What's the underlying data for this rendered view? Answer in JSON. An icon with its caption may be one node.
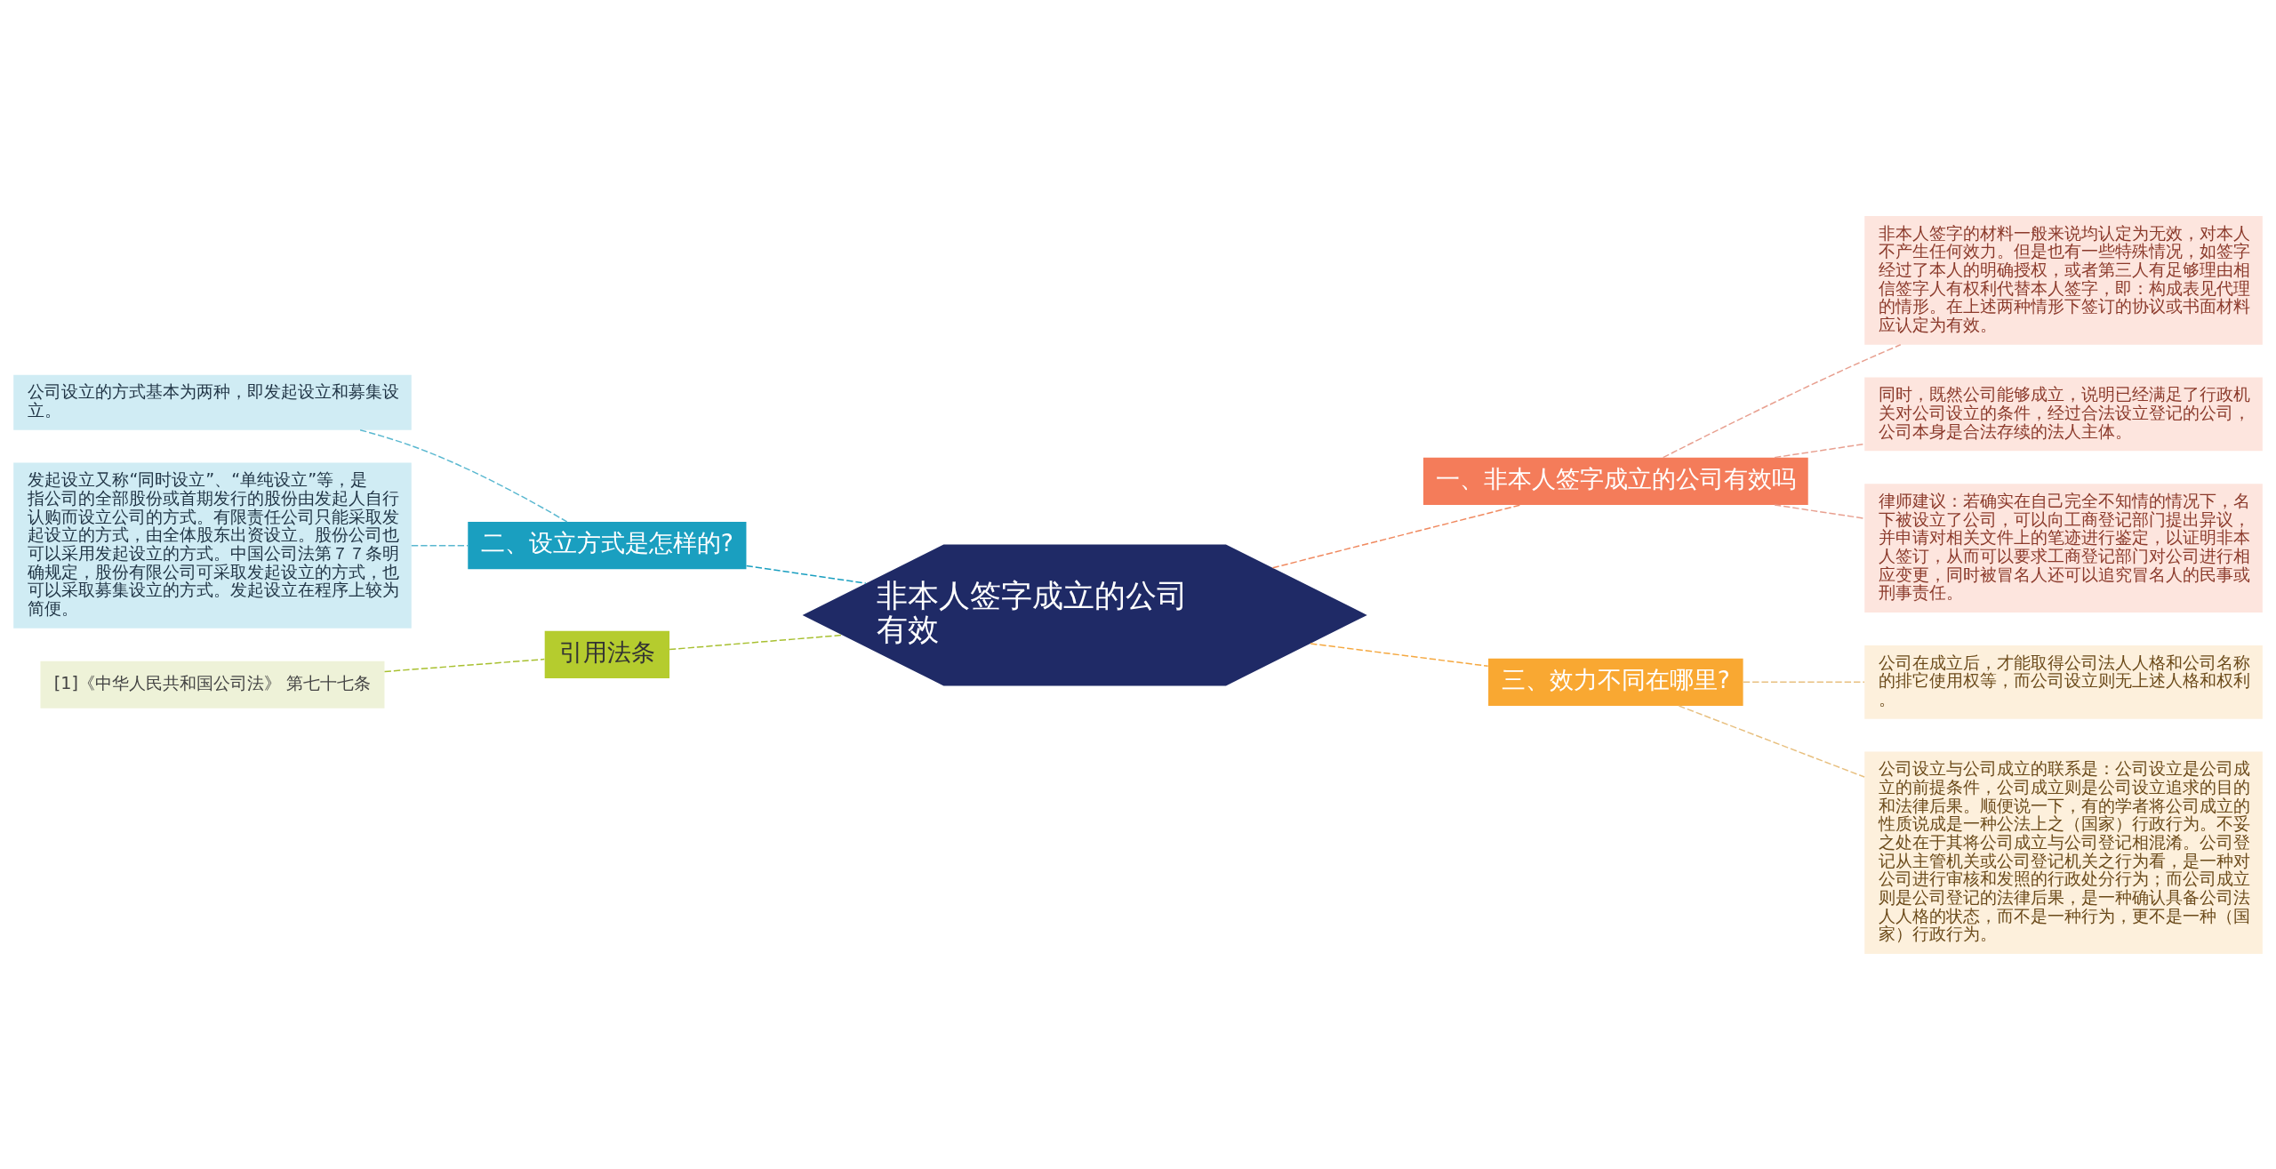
{
  "diagram": {
    "nodes": [
      {
        "text": [
          "非本人签字成立的公司有效"
        ]
      },
      {
        "text": [
          "一、非本人签字成立的公司有效吗"
        ]
      },
      {
        "text": [
          "非本人签字的材料一般来说均认定为无效，对本人不产生任何效力。但是也有一些特殊情况，如签字经过了本人的明确授权，或者第三人有足够理由相信签字人有权利代替本人签字，即：构成表见代理的情形。在上述两种情形下签订的协议或书面材料应认定为有效。"
        ]
      },
      {
        "text": [
          "同时，既然公司能够成立，说明已经满足了行政机关对公司设立的条件，经过合法设立登记的公司，公司本身是合法存续的法人主体。"
        ]
      },
      {
        "text": [
          "律师建议：若确实在自己完全不知情的情况下，名下被设立了公司，可以向工商登记部门提出异议，并申请对相关文件上的笔迹进行鉴定，以证明非本人签订，从而可以要求工商登记部门对公司进行相应变更，同时被冒名人还可以追究冒名人的民事或刑事责任。"
        ]
      },
      {
        "text": [
          "三、效力不同在哪里?"
        ]
      },
      {
        "text": [
          "公司在成立后，才能取得公司法人人格和公司名称的排它使用权等，而公司设立则无上述人格和权利。"
        ]
      },
      {
        "text": [
          "公司设立与公司成立的联系是：公司设立是公司成立的前提条件，公司成立则是公司设立追求的目的和法律后果。顺便说一下，有的学者将公司成立的性质说成是一种公法上之（国家）行政行为。不妥之处在于其将公司成立与公司登记相混淆。公司登记从主管机关或公司登记机关之行为看，是一种对公司进行审核和发照的行政处分行为；而公司成立则是公司登记的法律后果，是一种确认具备公司法人人格的状态，而不是一种行为，更不是一种（国家）行政行为。"
        ]
      },
      {
        "text": [
          "二、设立方式是怎样的?"
        ]
      },
      {
        "text": [
          "公司设立的方式基本为两种，即发起设立和募集设立。"
        ]
      },
      {
        "text": [
          "发起设立又称“同时设立”、“单纯设立”等，是指公司的全部股份或首期发行的股份由发起人自行认购而设立公司的方式。有限责任公司只能采取发起设立的方式，由全体股东出资设立。股份公司也可以采用发起设立的方式。中国公司法第７７条明确规定，股份有限公司可采取发起设立的方式，也可以采取募集设立的方式。发起设立在程序上较为简便。"
        ]
      },
      {
        "text": [
          "引用法条"
        ]
      },
      {
        "text": [
          "[1]《中华人民共和国公司法》 第七十七条"
        ]
      }
    ],
    "edges": [
      {
        "from": 0,
        "to": 1,
        "arrow": "none",
        "style": "dashed",
        "color": "#f08a60"
      },
      {
        "from": 1,
        "to": 2,
        "arrow": "none",
        "style": "dashed",
        "color": "#e8a090"
      },
      {
        "from": 1,
        "to": 3,
        "arrow": "none",
        "style": "dashed",
        "color": "#e8a090"
      },
      {
        "from": 1,
        "to": 4,
        "arrow": "none",
        "style": "dashed",
        "color": "#e8a090"
      },
      {
        "from": 0,
        "to": 5,
        "arrow": "none",
        "style": "dashed",
        "color": "#f5a840"
      },
      {
        "from": 5,
        "to": 6,
        "arrow": "none",
        "style": "dashed",
        "color": "#e8c080"
      },
      {
        "from": 5,
        "to": 7,
        "arrow": "none",
        "style": "dashed",
        "color": "#e8c080"
      },
      {
        "from": 0,
        "to": 8,
        "arrow": "none",
        "style": "dashed",
        "color": "#1a9fc0"
      },
      {
        "from": 8,
        "to": 9,
        "arrow": "none",
        "style": "dashed",
        "color": "#5ab8d0"
      },
      {
        "from": 8,
        "to": 10,
        "arrow": "none",
        "style": "dashed",
        "color": "#5ab8d0"
      },
      {
        "from": 0,
        "to": 11,
        "arrow": "none",
        "style": "dashed",
        "color": "#a8c030"
      },
      {
        "from": 11,
        "to": 12,
        "arrow": "none",
        "style": "dashed",
        "color": "#a8c030"
      }
    ]
  }
}
